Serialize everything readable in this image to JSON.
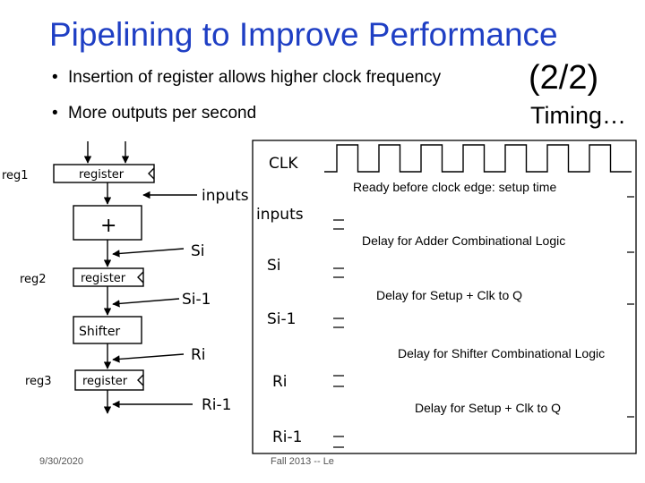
{
  "slide": {
    "title": "Pipelining to Improve Performance",
    "subnumber": "(2/2)",
    "bullets": [
      "Insertion of register allows higher clock frequency",
      "More outputs per second"
    ],
    "timing_label": "Timing…"
  },
  "circuit": {
    "reg1": "reg1",
    "reg2": "reg2",
    "reg3": "reg3",
    "register": "register",
    "adder": "+",
    "shifter": "Shifter",
    "inputs": "inputs",
    "si": "Si",
    "si_1": "Si-1",
    "ri": "Ri",
    "ri_1": "Ri-1"
  },
  "timing": {
    "signals": [
      "CLK",
      "inputs",
      "Si",
      "Si-1",
      "Ri",
      "Ri-1"
    ],
    "annotations": [
      "Ready before clock edge: setup time",
      "Delay for Adder Combinational Logic",
      "Delay for Setup + Clk to Q",
      "Delay for Shifter Combinational Logic",
      "Delay for Setup + Clk to Q"
    ]
  },
  "footer": {
    "date": "9/30/2020",
    "course": "Fall 2013 -- Le"
  }
}
